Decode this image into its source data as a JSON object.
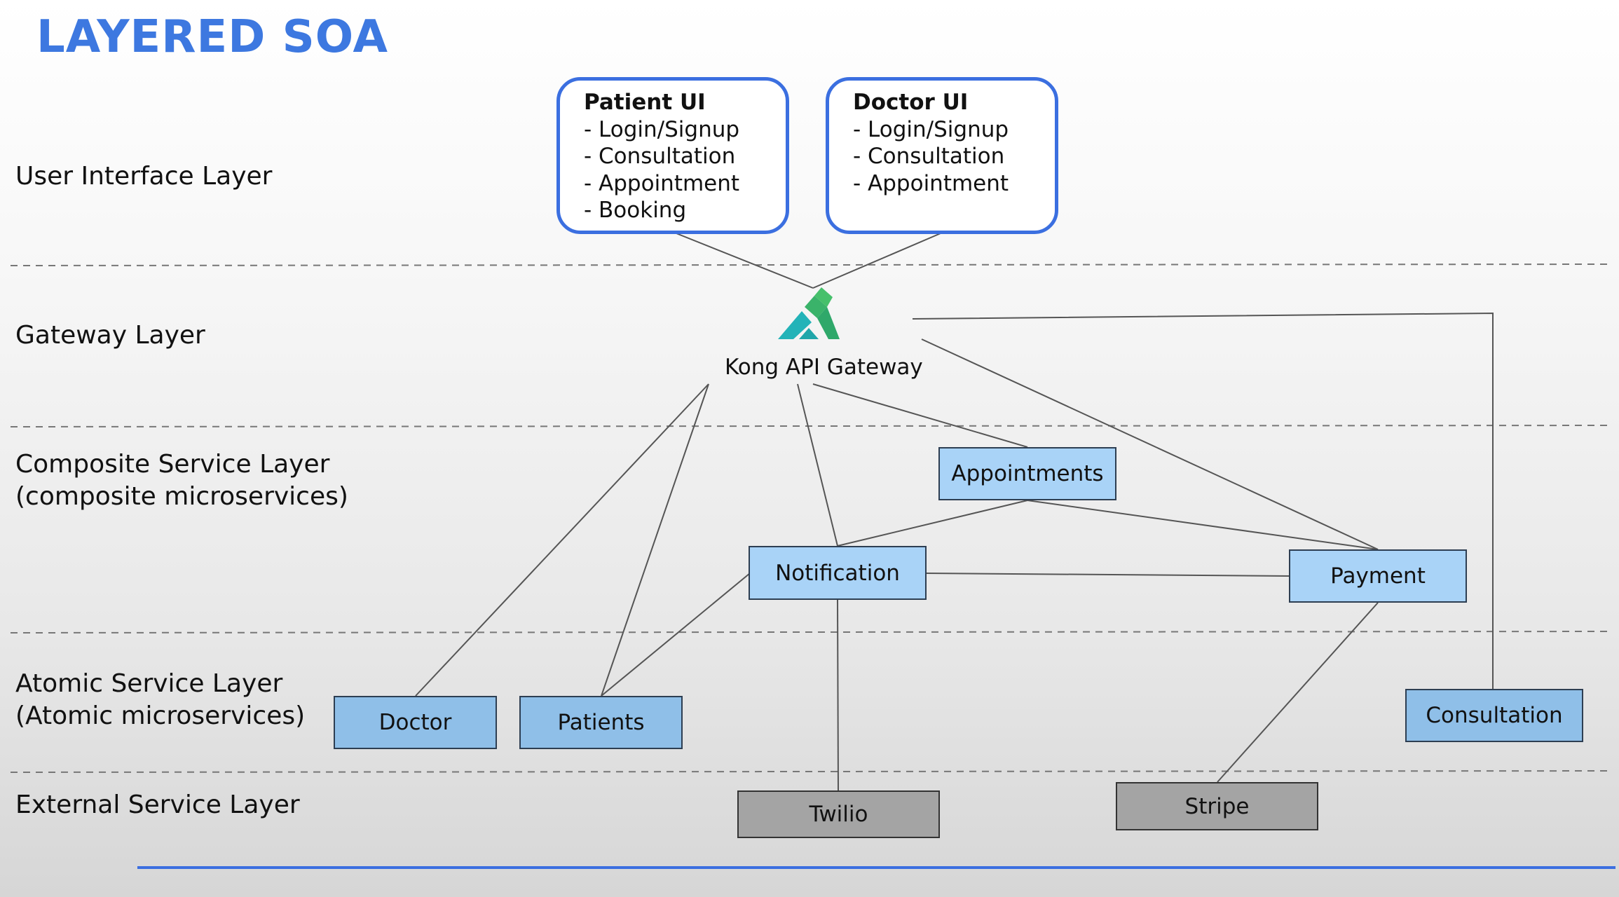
{
  "title": "LAYERED SOA",
  "layers": {
    "ui": "User Interface Layer",
    "gateway": "Gateway Layer",
    "composite_1": "Composite Service Layer",
    "composite_2": "(composite microservices)",
    "atomic_1": "Atomic Service Layer",
    "atomic_2": "(Atomic microservices)",
    "external": "External Service Layer"
  },
  "patient_ui": {
    "title": "Patient UI",
    "items": [
      "- Login/Signup",
      "- Consultation",
      "- Appointment",
      "- Booking"
    ]
  },
  "doctor_ui": {
    "title": "Doctor UI",
    "items": [
      "- Login/Signup",
      "- Consultation",
      "- Appointment"
    ]
  },
  "gateway": {
    "label": "Kong API Gateway",
    "icon": "kong-logo-icon"
  },
  "composite_services": {
    "appointments": "Appointments",
    "notification": "Notification",
    "payment": "Payment"
  },
  "atomic_services": {
    "doctor": "Doctor",
    "patients": "Patients",
    "consultation": "Consultation"
  },
  "external_services": {
    "twilio": "Twilio",
    "stripe": "Stripe"
  },
  "colors": {
    "title": "#3d78e0",
    "ui_border": "#3b6fe0",
    "composite_fill": "#a9d3f7",
    "atomic_fill": "#8fbfe8",
    "external_fill": "#a4a4a4",
    "kong_green": "#3ab36a",
    "kong_teal": "#23b3b8",
    "footer_line": "#3b6fe0"
  }
}
